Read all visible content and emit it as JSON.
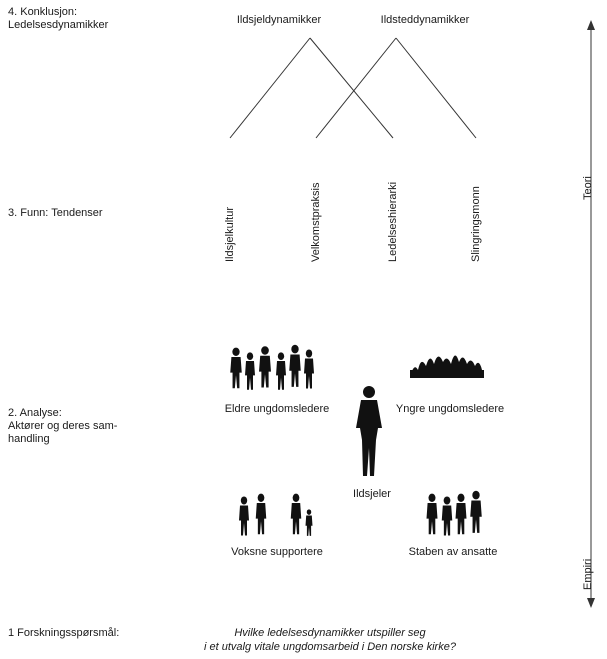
{
  "levels": {
    "l4_line1": "4. Konklusjon:",
    "l4_line2": "Ledelsesdynamikker",
    "l3": "3. Funn: Tendenser",
    "l2_line1": "2. Analyse:",
    "l2_line2": "Aktører og deres sam-",
    "l2_line3": "handling",
    "l1": "1 Forskningsspørsmål:"
  },
  "conclusions": {
    "left": "Ildsjeldynamikker",
    "right": "Ildsteddynamikker"
  },
  "tendencies": [
    "Ildsjelkultur",
    "Velkomstpraksis",
    "Ledelseshierarki",
    "Slingringsmonn"
  ],
  "actors": {
    "older": "Eldre ungdomsledere",
    "younger": "Yngre ungdomsledere",
    "ildsjel": "Ildsjeler",
    "adults": "Voksne supportere",
    "staff": "Staben av ansatte"
  },
  "axis": {
    "top": "Teori",
    "bottom": "Empiri"
  },
  "question": {
    "line1": "Hvilke ledelsesdynamikker utspiller seg",
    "line2": "i et utvalg vitale ungdomsarbeid i Den norske kirke?"
  },
  "colors": {
    "ink": "#1a1a1a",
    "silhouette": "#111111"
  },
  "icons": [
    "silhouette-group-icon",
    "crowd-icon",
    "person-icon"
  ]
}
